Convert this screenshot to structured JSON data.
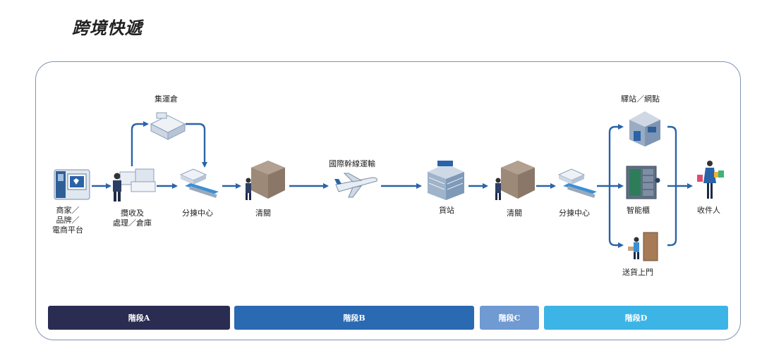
{
  "title": "跨境快遞",
  "nodes": {
    "merchant": [
      "商家／",
      "品牌／",
      "電商平台"
    ],
    "pickup": [
      "攬收及",
      "處理／倉庫"
    ],
    "consolidation": "集運倉",
    "sorting1": "分揀中心",
    "customs1": "清關",
    "linehaul": "國際幹線運輸",
    "cargo_station": "貨站",
    "customs2": "清關",
    "sorting2": "分揀中心",
    "pickup_point": "驛站／網點",
    "smart_locker": "智能櫃",
    "door_delivery": "送貨上門",
    "recipient": "收件人"
  },
  "stages": [
    {
      "label": "階段A",
      "color": "#2a2c52"
    },
    {
      "label": "階段B",
      "color": "#2a6ab3"
    },
    {
      "label": "階段C",
      "color": "#6f9ad2"
    },
    {
      "label": "階段D",
      "color": "#3cb4e6"
    }
  ],
  "colors": {
    "arrow": "#2a63a8",
    "frame": "#7f93b1"
  }
}
